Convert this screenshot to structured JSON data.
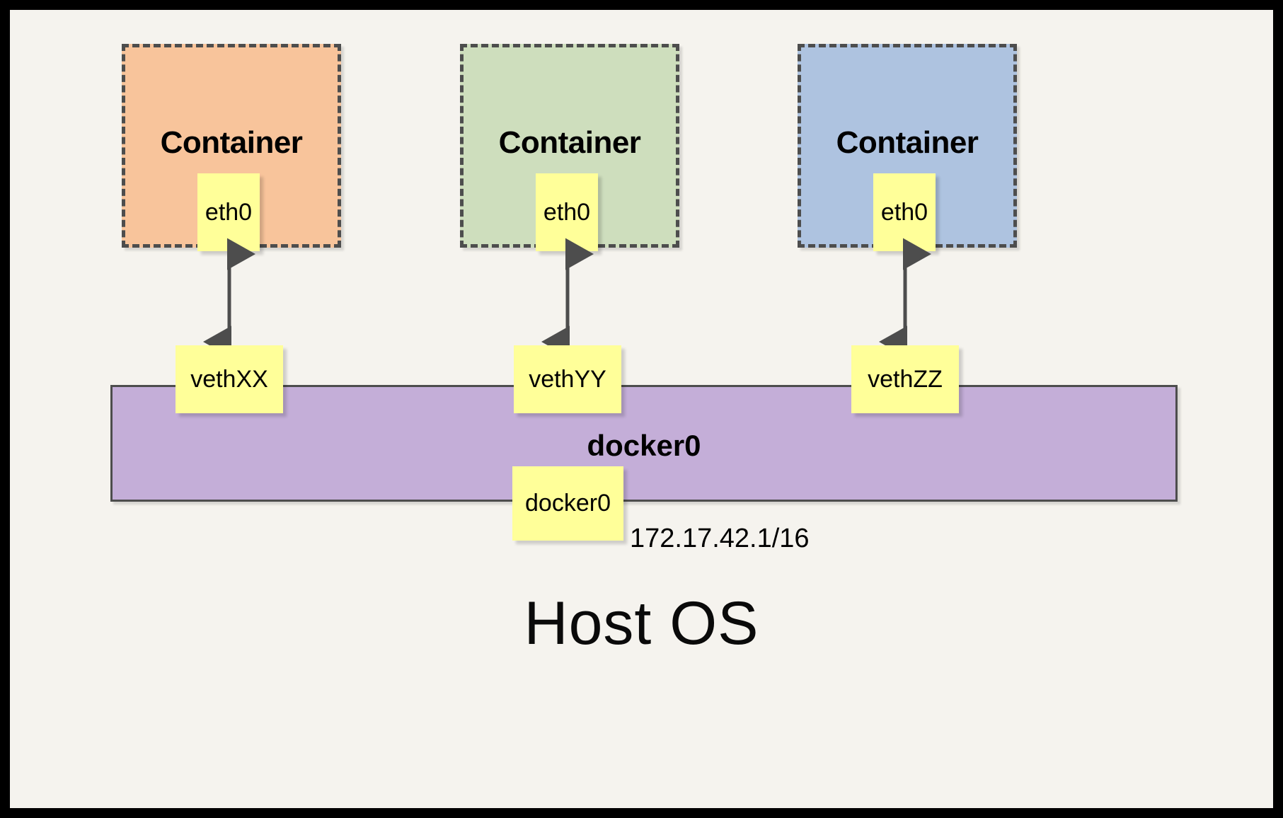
{
  "diagram": {
    "title": "Host OS",
    "canvas_bg": "#F5F3EE",
    "frame_border_color": "#000000"
  },
  "containers": [
    {
      "label": "Container",
      "fill": "#F8C49B",
      "border": "#4D4D4D",
      "interface": {
        "label": "eth0",
        "fill": "#FFFF99"
      }
    },
    {
      "label": "Container",
      "fill": "#CEDEBD",
      "border": "#4D4D4D",
      "interface": {
        "label": "eth0",
        "fill": "#FFFF99"
      }
    },
    {
      "label": "Container",
      "fill": "#AEC3E0",
      "border": "#4D4D4D",
      "interface": {
        "label": "eth0",
        "fill": "#FFFF99"
      }
    }
  ],
  "veths": [
    {
      "label": "vethXX",
      "fill": "#FFFF99"
    },
    {
      "label": "vethYY",
      "fill": "#FFFF99"
    },
    {
      "label": "vethZZ",
      "fill": "#FFFF99"
    }
  ],
  "bridge": {
    "label": "docker0",
    "fill": "#C4AED8",
    "border": "#4D4D4D",
    "interface": {
      "label": "docker0",
      "fill": "#FFFF99"
    },
    "ip_address": "172.17.42.1/16"
  },
  "arrows": {
    "color": "#4D4D4D",
    "style": "double-headed",
    "count": 3
  }
}
